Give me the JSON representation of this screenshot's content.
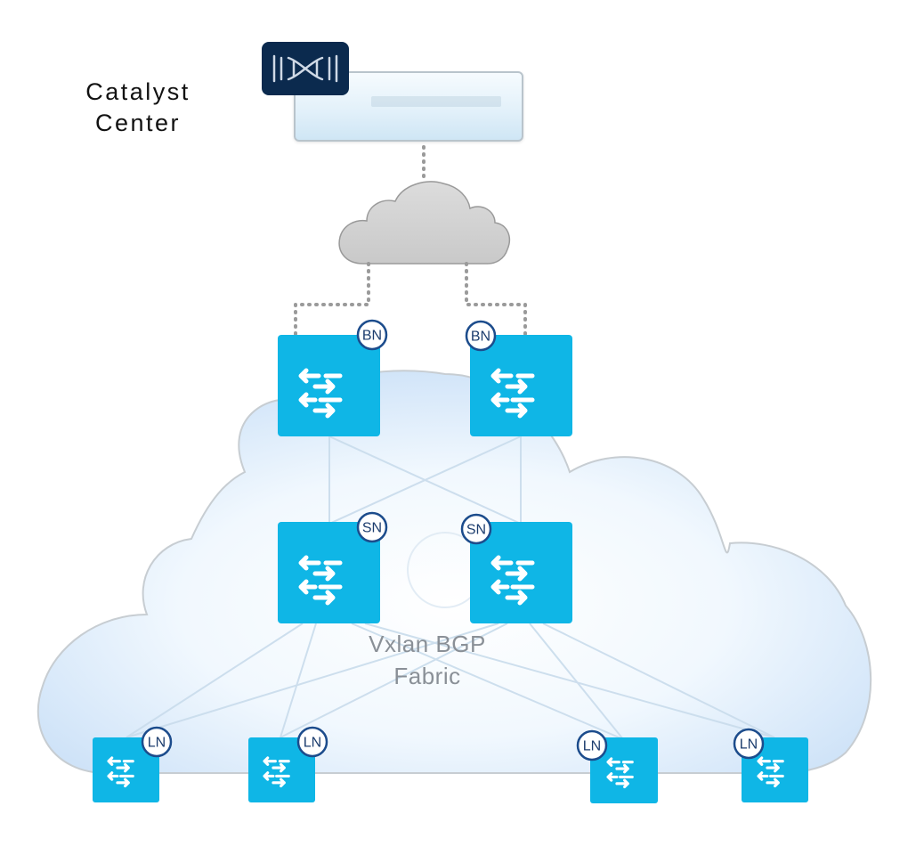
{
  "controller": {
    "name": "Catalyst\nCenter",
    "logo_icon": "catalyst-center-logo-icon"
  },
  "fabric": {
    "line1": "Vxlan BGP",
    "line2": "Fabric"
  },
  "nodes": {
    "border": [
      {
        "badge": "BN"
      },
      {
        "badge": "BN"
      }
    ],
    "spine": [
      {
        "badge": "SN"
      },
      {
        "badge": "SN"
      }
    ],
    "leaf": [
      {
        "badge": "LN"
      },
      {
        "badge": "LN"
      },
      {
        "badge": "LN"
      },
      {
        "badge": "LN"
      }
    ]
  },
  "colors": {
    "switch": "#0fb6e6",
    "badge_border": "#1c4c8c",
    "cloud_fill": "#d9ebfb",
    "wan_cloud": "#d3d3d3",
    "dotted_link": "#9a9a9a"
  }
}
